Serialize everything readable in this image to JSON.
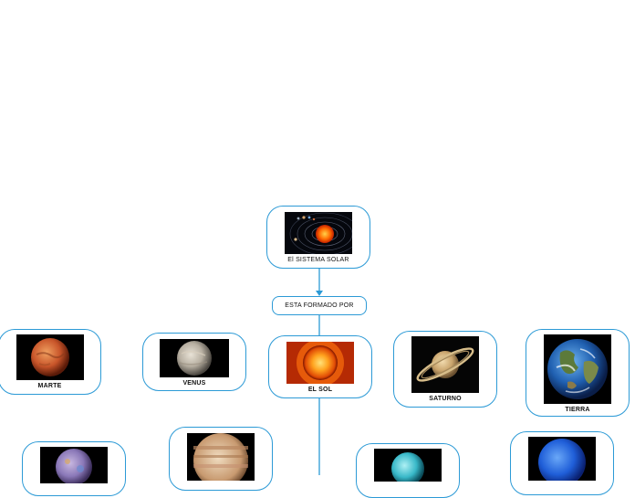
{
  "colors": {
    "border": "#2c9ad6",
    "connector": "#2c9ad6",
    "background": "#ffffff"
  },
  "nodes": {
    "root": {
      "label": "El SISTEMA SOLAR",
      "image": "solar-system-orbits-image"
    },
    "link": {
      "label": "ESTA FORMADO POR"
    },
    "sol": {
      "label": "EL SOL",
      "image": "sun-image"
    },
    "marte": {
      "label": "MARTE",
      "image": "mars-image"
    },
    "venus": {
      "label": "VENUS",
      "image": "venus-image"
    },
    "saturno": {
      "label": "SATURNO",
      "image": "saturn-image"
    },
    "tierra": {
      "label": "TIERRA",
      "image": "earth-image"
    },
    "mercurio": {
      "image": "mercury-image"
    },
    "jupiter": {
      "image": "jupiter-image"
    },
    "urano": {
      "image": "uranus-image"
    },
    "neptuno": {
      "image": "neptune-image"
    }
  }
}
